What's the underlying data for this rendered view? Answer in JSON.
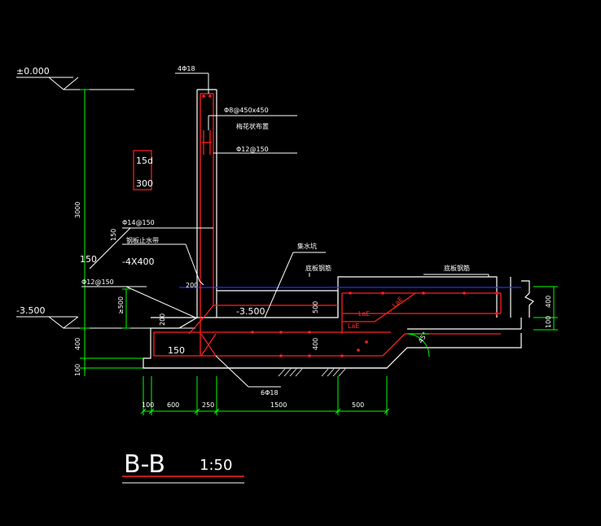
{
  "elevations": {
    "top": "±0.000",
    "bottom": "-3.500",
    "water": "-3.500"
  },
  "bars": {
    "top": "4Φ18",
    "tie": "Φ8@450x450",
    "tie_note": "梅花状布置",
    "horizontal": "Φ12@150",
    "wall_vertical": "Φ14@150",
    "corner": "Φ12@150",
    "bottom": "6Φ18"
  },
  "labels": {
    "anchor_15d": "15d",
    "anchor_300": "300",
    "waterstop": "钢板止水带",
    "waterstop_size": "-4X400",
    "sump": "集水坑",
    "slab_rebar_1": "底板钢筋",
    "slab_rebar_2": "底板钢筋",
    "lae_1": "LaE",
    "lae_2": "LaE",
    "lae_3": "LaE",
    "angle": "45°"
  },
  "dims": {
    "d3000": "3000",
    "d150": "150",
    "d150b": "150",
    "d500a": "≥500",
    "d400": "400",
    "d100": "100",
    "d200a": "200",
    "d200b": "200",
    "d150c": "150",
    "d500b": "500",
    "d400b": "400",
    "d400c": "400",
    "d100b": "100",
    "h100": "100",
    "h600": "600",
    "h250": "250",
    "h1500": "1500",
    "h500": "500"
  },
  "title": {
    "section": "B-B",
    "scale": "1:50"
  },
  "colors": {
    "background": "#000000",
    "concrete": "#ffffff",
    "rebar": "#ff2020",
    "dimension": "#00ff00",
    "water": "#2030ff"
  }
}
